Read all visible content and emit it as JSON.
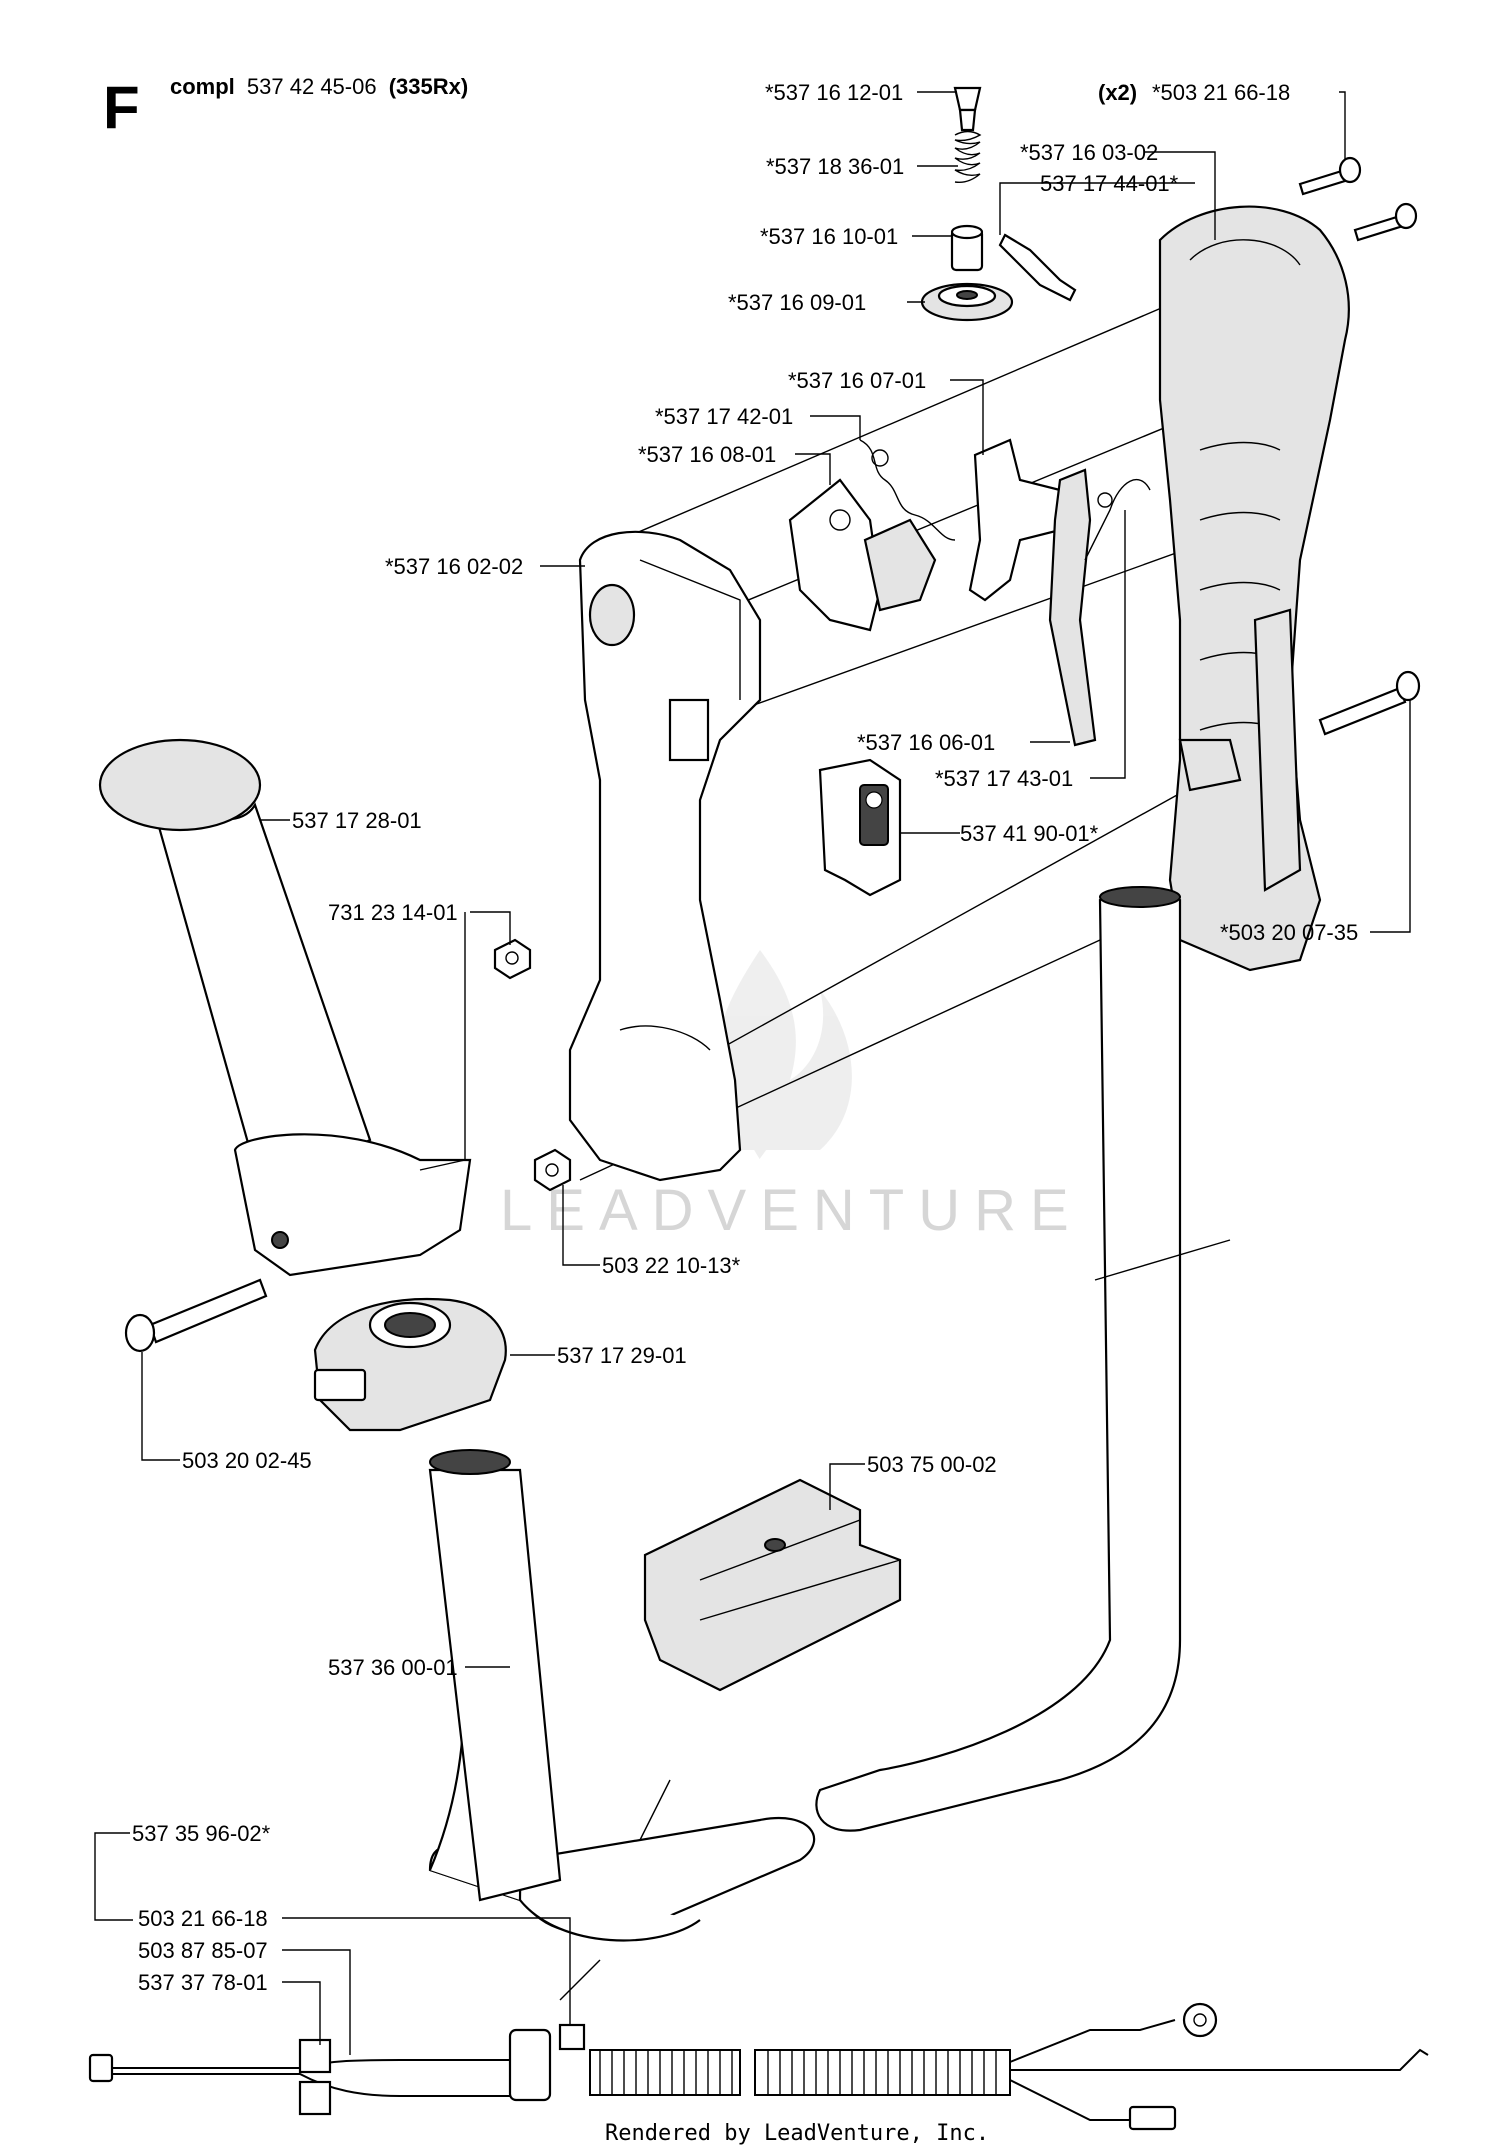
{
  "header": {
    "section_letter": "F",
    "assembly_prefix": "compl",
    "assembly_number": "537 42 45-06",
    "model": "(335Rx)"
  },
  "labels": {
    "spring_top": "*537 16 12-01",
    "spring_coil": "*537 18 36-01",
    "bushing": "*537 16 10-01",
    "knob_wheel": "*537 16 09-01",
    "screws_qty": "(x2)",
    "screws_top": "*503 21 66-18",
    "handle_half_right": "*537 16 03-02",
    "throttle_lock": "537 17 44-01*",
    "throttle_trigger_arm": "*537 16 07-01",
    "spring_small": "*537 17 42-01",
    "throttle_lever": "*537 16 08-01",
    "handle_half_left": "*537 16 02-02",
    "trigger": "*537 16 06-01",
    "trigger_spring": "*537 17 43-01",
    "stop_switch": "537 41 90-01*",
    "screw_long": "*503 20 07-35",
    "grip": "537 17 28-01",
    "nut_top": "731 23 14-01",
    "nut_handle": "503 22 10-13*",
    "clamp": "537 17 29-01",
    "screw_clamp": "503 20 02-45",
    "bracket": "503 75 00-02",
    "loop_handle": "537 36 00-01",
    "cable_kit": "537 35 96-02*",
    "cable_screw": "503 21 66-18",
    "cable_part_b": "503 87 85-07",
    "cable_part_c": "537 37 78-01"
  },
  "watermark": "LEADVENTURE",
  "footer": "Rendered by LeadVenture, Inc.",
  "icons": [
    "stop-switch-icon",
    "flame-watermark-icon"
  ]
}
